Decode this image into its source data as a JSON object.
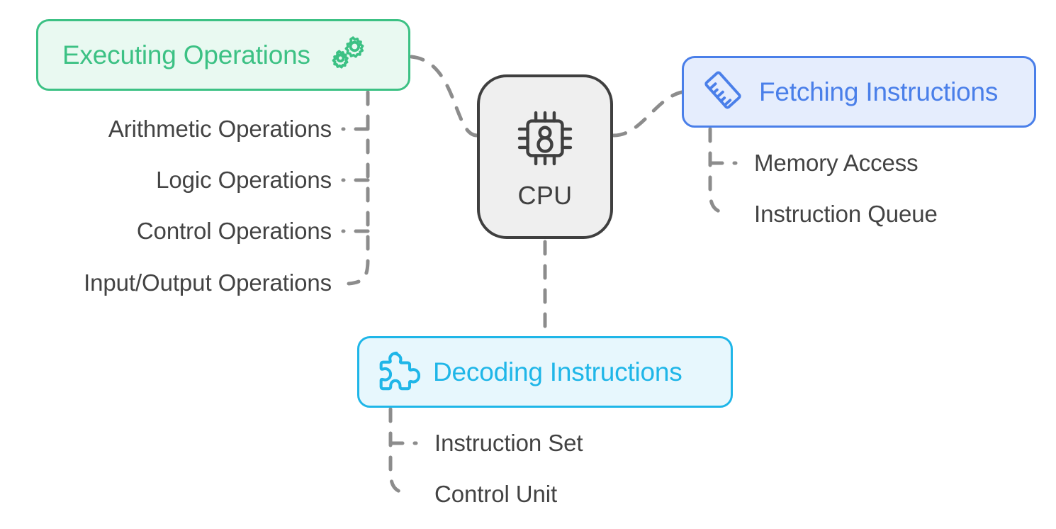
{
  "diagram": {
    "title": "CPU",
    "center": {
      "label": "CPU",
      "icon": "microchip-icon",
      "fill": "#efefef",
      "stroke": "#3f3f3f"
    },
    "branches": [
      {
        "id": "executing",
        "label": "Executing Operations",
        "icon": "gears-icon",
        "color": "#3cc184",
        "fill": "#e9f9f1",
        "position": "left",
        "children": [
          "Arithmetic Operations",
          "Logic Operations",
          "Control Operations",
          "Input/Output Operations"
        ]
      },
      {
        "id": "fetching",
        "label": "Fetching Instructions",
        "icon": "ruler-icon",
        "color": "#4a7fe9",
        "fill": "#e5edfd",
        "position": "right",
        "children": [
          "Memory Access",
          "Instruction Queue"
        ]
      },
      {
        "id": "decoding",
        "label": "Decoding Instructions",
        "icon": "puzzle-piece-icon",
        "color": "#1fb6e8",
        "fill": "#e7f7fd",
        "position": "bottom",
        "children": [
          "Instruction Set",
          "Control Unit"
        ]
      }
    ],
    "connector": {
      "color": "#8c8c8c",
      "style": "dashed"
    },
    "leaf_text_color": "#434343",
    "background": "#ffffff"
  }
}
